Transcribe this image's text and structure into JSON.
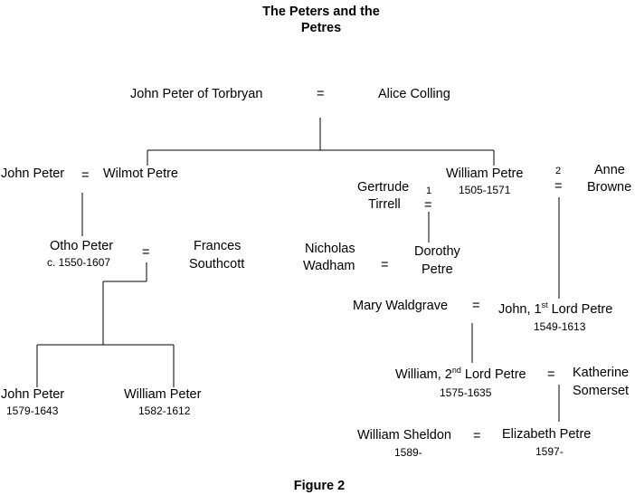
{
  "title_line1": "The Peters and the",
  "title_line2": "Petres",
  "caption": "Figure 2",
  "eq": "=",
  "people": {
    "john_peter_torbryan": "John Peter of Torbryan",
    "alice_colling": "Alice Colling",
    "john_peter": "John Peter",
    "wilmot_petre": "Wilmot Petre",
    "william_petre": "William Petre",
    "william_petre_dates": "1505-1571",
    "gertrude_1": "Gertrude",
    "gertrude_2": "Tirrell",
    "anne_1": "Anne",
    "anne_2": "Browne",
    "otho_peter": "Otho Peter",
    "otho_peter_dates": "c. 1550-1607",
    "frances_1": "Frances",
    "frances_2": "Southcott",
    "nicholas_1": "Nicholas",
    "nicholas_2": "Wadham",
    "dorothy_1": "Dorothy",
    "dorothy_2": "Petre",
    "mary_waldgrave": "Mary Waldgrave",
    "john_lord_pre": "John, 1",
    "john_lord_sup": "st",
    "john_lord_post": " Lord Petre",
    "john_lord_dates": "1549-1613",
    "john_peter_jr": "John Peter",
    "john_peter_jr_dates": "1579-1643",
    "william_peter": "William Peter",
    "william_peter_dates": "1582-1612",
    "william_lord_pre": "William, 2",
    "william_lord_sup": "nd",
    "william_lord_post": " Lord Petre",
    "william_lord_dates": "1575-1635",
    "katherine_1": "Katherine",
    "katherine_2": "Somerset",
    "william_sheldon": "William Sheldon",
    "william_sheldon_dates": "1589-",
    "elizabeth_petre": "Elizabeth Petre",
    "elizabeth_petre_dates": "1597-"
  },
  "marriage_numbers": {
    "first": "1",
    "second": "2"
  }
}
